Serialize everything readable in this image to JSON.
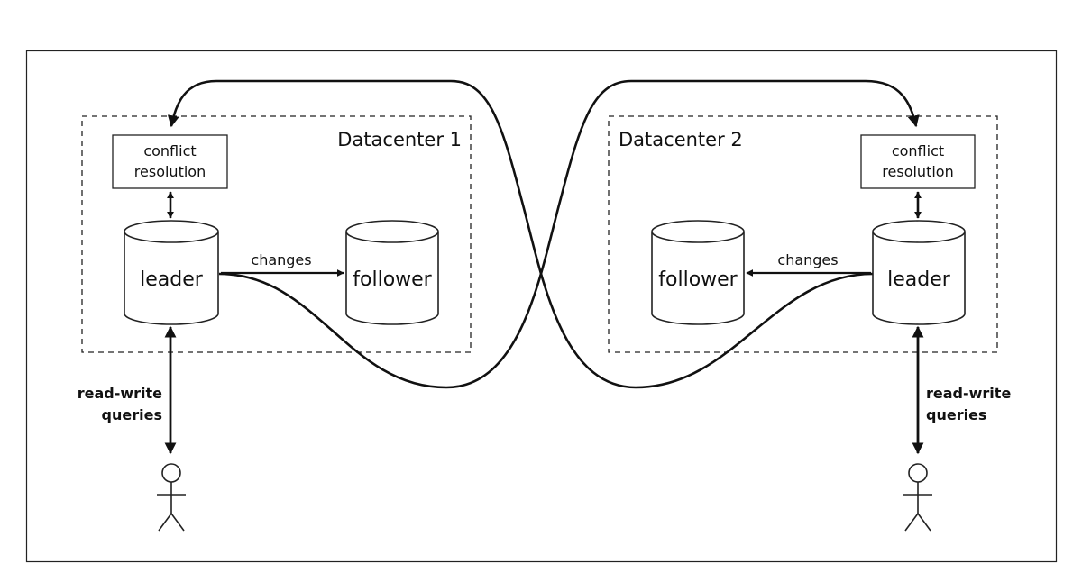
{
  "datacenter1": {
    "title": "Datacenter 1",
    "conflict_line1": "conflict",
    "conflict_line2": "resolution",
    "leader": "leader",
    "follower": "follower",
    "changes": "changes"
  },
  "datacenter2": {
    "title": "Datacenter 2",
    "conflict_line1": "conflict",
    "conflict_line2": "resolution",
    "leader": "leader",
    "follower": "follower",
    "changes": "changes"
  },
  "clients": {
    "left_label_line1": "read-write",
    "left_label_line2": "queries",
    "right_label_line1": "read-write",
    "right_label_line2": "queries"
  }
}
